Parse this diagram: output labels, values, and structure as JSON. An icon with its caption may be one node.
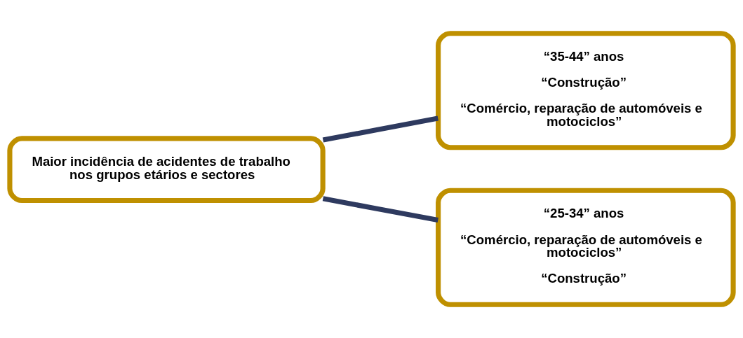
{
  "diagram": {
    "nodes": [
      {
        "text": [
          "Maior incidência de acidentes de trabalho nos grupos etários e sectores"
        ]
      },
      {
        "text": [
          "“35-44” anos",
          "“Construção”",
          "“Comércio, reparação de automóveis e motociclos”"
        ]
      },
      {
        "text": [
          "“25-34” anos",
          "“Comércio, reparação de automóveis e motociclos”",
          "“Construção”"
        ]
      }
    ],
    "edges": [
      {
        "from": 0,
        "to": 1,
        "arrow": "none"
      },
      {
        "from": 0,
        "to": 2,
        "arrow": "none"
      }
    ]
  }
}
